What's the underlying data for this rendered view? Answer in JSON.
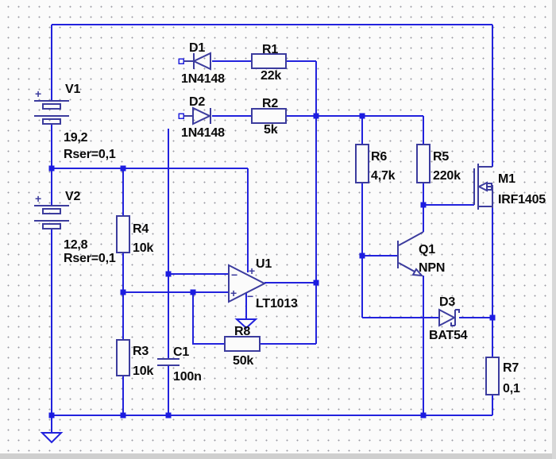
{
  "schematic": {
    "tool_style": "ltspice-schematic",
    "components": {
      "V1": {
        "ref": "V1",
        "value": "19,2",
        "param": "Rser=0,1"
      },
      "V2": {
        "ref": "V2",
        "value": "12,8",
        "param": "Rser=0,1"
      },
      "D1": {
        "ref": "D1",
        "value": "1N4148"
      },
      "D2": {
        "ref": "D2",
        "value": "1N4148"
      },
      "D3": {
        "ref": "D3",
        "value": "BAT54"
      },
      "R1": {
        "ref": "R1",
        "value": "22k"
      },
      "R2": {
        "ref": "R2",
        "value": "5k"
      },
      "R3": {
        "ref": "R3",
        "value": "10k"
      },
      "R4": {
        "ref": "R4",
        "value": "10k"
      },
      "R5": {
        "ref": "R5",
        "value": "220k"
      },
      "R6": {
        "ref": "R6",
        "value": "4,7k"
      },
      "R7": {
        "ref": "R7",
        "value": "0,1"
      },
      "R8": {
        "ref": "R8",
        "value": "50k"
      },
      "C1": {
        "ref": "C1",
        "value": "100n"
      },
      "U1": {
        "ref": "U1",
        "value": "LT1013"
      },
      "Q1": {
        "ref": "Q1",
        "value": "NPN"
      },
      "M1": {
        "ref": "M1",
        "value": "IRF1405"
      }
    },
    "markers": {
      "plus": "+",
      "minus": "−"
    },
    "colors": {
      "wire": "#2222DD",
      "symbol": "#3C3C9E",
      "junction": "#1C1CE0",
      "text": "#0A0A0A",
      "grid_dot": "#9C9CA4",
      "background": "#FBFBFB"
    }
  }
}
